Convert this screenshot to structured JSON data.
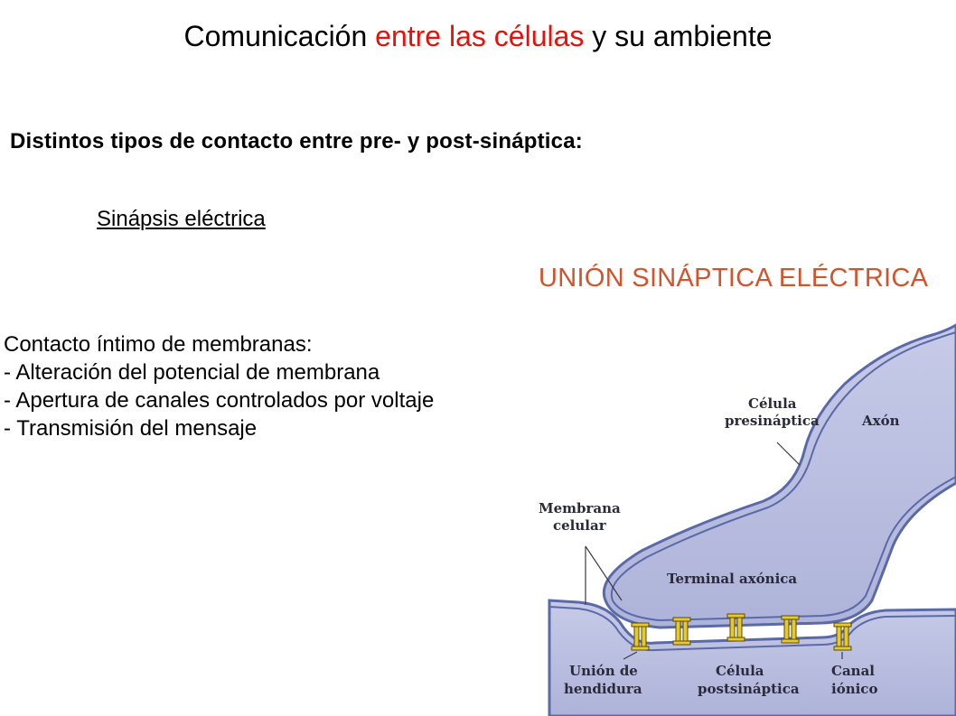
{
  "title": {
    "part1": "Comunicación ",
    "part2": "entre las células",
    "part3": " y su ambiente"
  },
  "subtitle": "Distintos tipos de contacto entre pre- y post-sináptica:",
  "section_heading": "Sinápsis eléctrica",
  "body": {
    "lines": [
      "Contacto íntimo de membranas:",
      "- Alteración del potencial de membrana",
      "- Apertura de canales controlados por voltaje",
      "- Transmisión del mensaje"
    ]
  },
  "figure": {
    "title": "UNIÓN SINÁPTICA ELÉCTRICA",
    "labels": {
      "celula_pre_1": "Célula",
      "celula_pre_2": "presináptica",
      "axon": "Axón",
      "membrana_1": "Membrana",
      "membrana_2": "celular",
      "terminal": "Terminal axónica",
      "union_1": "Unión de",
      "union_2": "hendidura",
      "post_1": "Célula",
      "post_2": "postsináptica",
      "canal_1": "Canal",
      "canal_2": "iónico"
    }
  },
  "colors": {
    "title_red": "#e3120b",
    "figure_title": "#d2542c",
    "cell_fill": "#b9bedf",
    "cell_stroke": "#5a6aa8",
    "channel": "#e8c92a"
  }
}
